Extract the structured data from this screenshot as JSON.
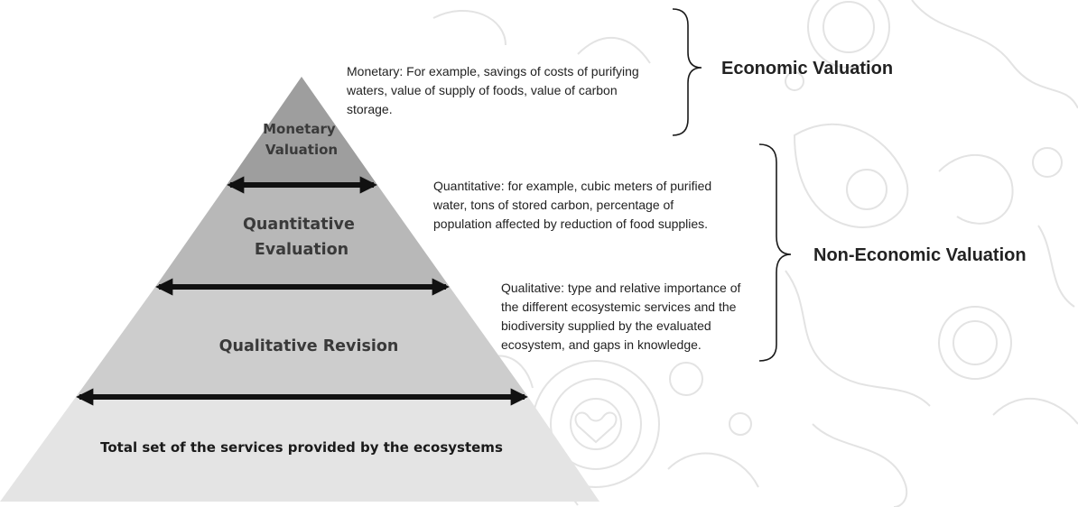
{
  "pyramid": {
    "tiers": [
      {
        "label_lines": [
          "Monetary",
          "Valuation"
        ]
      },
      {
        "label_lines": [
          "Quantitative",
          "Evaluation"
        ]
      },
      {
        "label_lines": [
          "Qualitative Revision"
        ]
      }
    ],
    "base_label": "Total set of the services provided by the ecosystems",
    "colors": {
      "top": "#9e9e9e",
      "middle": "#b8b8b8",
      "lower": "#cdcdcd",
      "base": "#e4e4e4",
      "arrow": "#111111",
      "background_pattern": "#e3e3e3"
    }
  },
  "descriptions": [
    {
      "lines": [
        "Monetary: For example, savings of costs of purifying",
        "waters, value of supply of foods, value of carbon",
        "storage."
      ]
    },
    {
      "lines": [
        "Quantitative: for example, cubic meters of purified",
        "water, tons of stored carbon, percentage of",
        "population affected by reduction of food supplies."
      ]
    },
    {
      "lines": [
        "Qualitative: type and relative importance of",
        "the different ecosystemic services and the",
        "biodiversity supplied by the evaluated",
        "ecosystem, and gaps in knowledge."
      ]
    }
  ],
  "brackets": [
    {
      "heading": "Economic Valuation"
    },
    {
      "heading": "Non-Economic Valuation"
    }
  ]
}
